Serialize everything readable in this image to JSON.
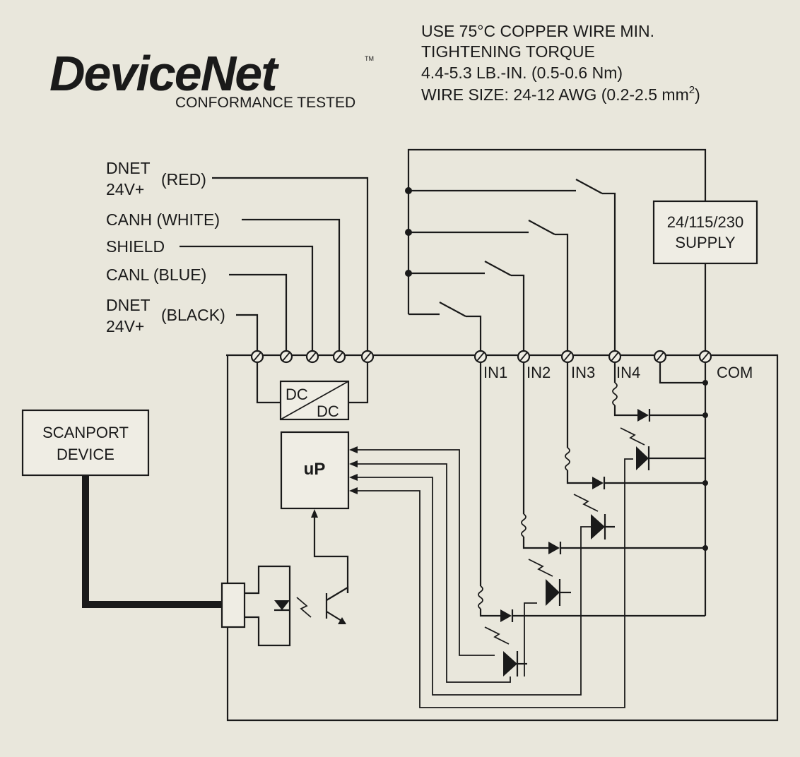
{
  "logo": {
    "brand": "DeviceNet",
    "trademark": "TM",
    "tagline": "CONFORMANCE TESTED"
  },
  "notes": [
    "USE 75°C COPPER WIRE MIN.",
    "TIGHTENING TORQUE",
    "4.4-5.3 LB.-IN. (0.5-0.6 Nm)",
    "WIRE SIZE:  24-12 AWG (0.2-2.5 mm"
  ],
  "notes_superscript": "2",
  "notes_close": ")",
  "network_labels": {
    "dnet_pos_line1": "DNET",
    "dnet_pos_line2": "24V+",
    "dnet_pos_color": "(RED)",
    "canh": "CANH (WHITE)",
    "shield": "SHIELD",
    "canl": "CANL (BLUE)",
    "dnet_neg_line1": "DNET",
    "dnet_neg_line2": "24V+",
    "dnet_neg_color": "(BLACK)"
  },
  "terminals": {
    "in1": "IN1",
    "in2": "IN2",
    "in3": "IN3",
    "in4": "IN4",
    "com": "COM"
  },
  "blocks": {
    "supply_line1": "24/115/230",
    "supply_line2": "SUPPLY",
    "converter_top": "DC",
    "converter_bottom": "DC",
    "processor": "uP",
    "scanport_line1": "SCANPORT",
    "scanport_line2": "DEVICE"
  },
  "colors": {
    "background": "#e9e7dc",
    "ink": "#1a1a1a"
  }
}
